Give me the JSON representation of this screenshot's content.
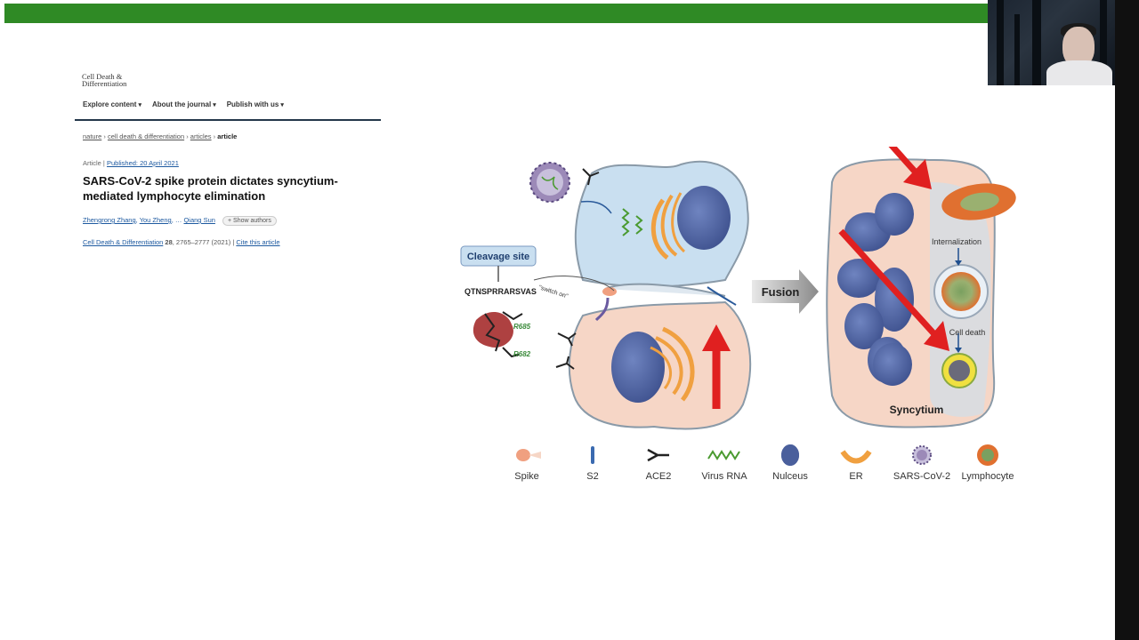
{
  "journal": {
    "logo_line1": "Cell Death &",
    "logo_line2": "Differentiation"
  },
  "nav": [
    {
      "label": "Explore content"
    },
    {
      "label": "About the journal"
    },
    {
      "label": "Publish with us"
    }
  ],
  "breadcrumb": {
    "items": [
      "nature",
      "cell death & differentiation",
      "articles"
    ],
    "current": "article"
  },
  "article": {
    "type": "Article",
    "published": "Published: 20 April 2021",
    "title": "SARS-CoV-2 spike protein dictates syncytium-mediated lymphocyte elimination",
    "authors": [
      "Zhengrong Zhang",
      "You Zheng",
      "Qiang Sun"
    ],
    "authors_sep": ", ",
    "authors_ellipsis": "… ",
    "show_authors": "+ Show authors",
    "citation_journal": "Cell Death & Differentiation",
    "citation_volume": "28",
    "citation_rest": ", 2765–2777 (2021)",
    "cite_link": "Cite this article"
  },
  "figure": {
    "cleavage_label": "Cleavage site",
    "sequence": "QTNSPRRARSVAS",
    "switch_label": "\"switch on\"",
    "r685": "R685",
    "r682": "R682",
    "fusion_label": "Fusion",
    "internalization_label": "Internalization",
    "cell_death_label": "Cell death",
    "syncytium_label": "Syncytium"
  },
  "legend": [
    {
      "icon": "spike-icon",
      "label": "Spike"
    },
    {
      "icon": "s2-icon",
      "label": "S2"
    },
    {
      "icon": "ace2-icon",
      "label": "ACE2"
    },
    {
      "icon": "virus-rna-icon",
      "label": "Virus RNA"
    },
    {
      "icon": "nucleus-icon",
      "label": "Nulceus"
    },
    {
      "icon": "er-icon",
      "label": "ER"
    },
    {
      "icon": "sars-cov-2-icon",
      "label": "SARS-CoV-2"
    },
    {
      "icon": "lymphocyte-icon",
      "label": "Lymphocyte"
    }
  ],
  "colors": {
    "top_bar": "#2f8a25",
    "cell_blue": "#c9dff0",
    "cell_peach": "#f6d6c6",
    "nucleus": "#4a5f9c",
    "er": "#f0a040",
    "arrow_red": "#e02020"
  }
}
